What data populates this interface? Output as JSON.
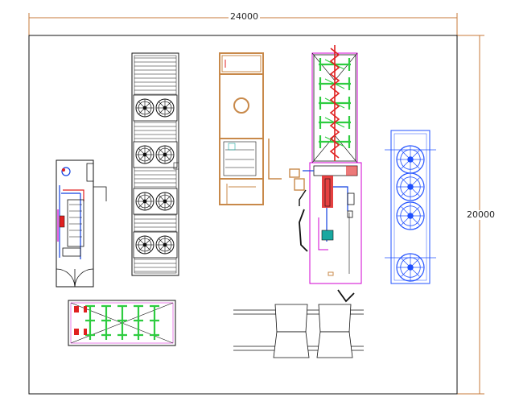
{
  "drawing": {
    "title": "",
    "dimensions": {
      "width_label": "24000",
      "height_label": "20000"
    },
    "colors": {
      "dimension_line": "#c77a3a",
      "outline": "#111111",
      "refrigeration_green": "#2ecc40",
      "piping_magenta": "#d000d0",
      "piping_red": "#e02020",
      "piping_blue": "#1040e0",
      "fan_blue": "#2050ff",
      "cold_room_orange": "#c8894a",
      "teal": "#18a8a0"
    },
    "components": [
      {
        "name": "control-room",
        "icon": "door-icon"
      },
      {
        "name": "evaporative-condenser-container",
        "icon": "fan-icon"
      },
      {
        "name": "cold-storage-room",
        "icon": "round-window-icon"
      },
      {
        "name": "spiral-freezer-tower",
        "icon": "spiral-icon"
      },
      {
        "name": "air-cooler-unit",
        "icon": "fan-icon"
      },
      {
        "name": "plate-freezer-rack",
        "icon": "rack-icon"
      },
      {
        "name": "trolley-pair",
        "icon": "trolley-icon"
      }
    ]
  }
}
